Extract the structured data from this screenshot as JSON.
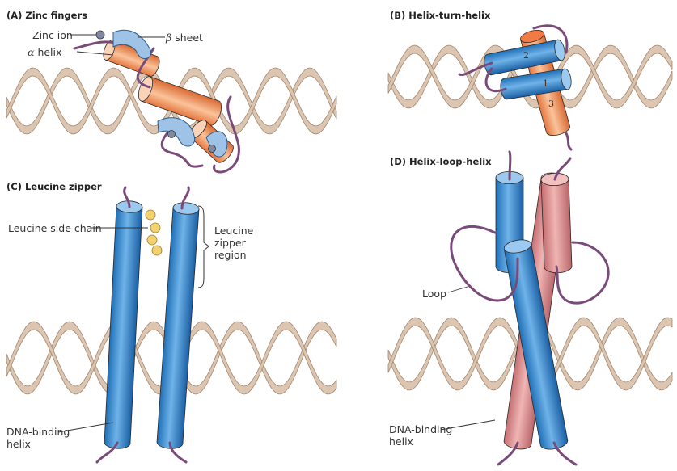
{
  "panels": {
    "a": {
      "title": "(A) Zinc fingers",
      "labels": {
        "zinc_ion": "Zinc ion",
        "beta_symbol": "β",
        "beta_sheet": "sheet",
        "alpha_symbol": "α",
        "alpha_helix": "helix"
      }
    },
    "b": {
      "title": "(B) Helix-turn-helix",
      "helix_numbers": [
        "2",
        "1",
        "3"
      ]
    },
    "c": {
      "title": "(C) Leucine zipper",
      "labels": {
        "side_chain": "Leucine side chain",
        "zipper_region": "Leucine\nzipper\nregion",
        "dna_binding": "DNA-binding\nhelix"
      }
    },
    "d": {
      "title": "(D) Helix-loop-helix",
      "labels": {
        "loop": "Loop",
        "dna_binding": "DNA-binding\nhelix"
      }
    }
  },
  "colors": {
    "dna": "#dcc4ad",
    "dna_dark": "#9c8169",
    "helix_blue": "#3a8fd3",
    "helix_orange": "#f39a63",
    "helix_pink": "#d98a8a",
    "loop_purple": "#7a4a7a",
    "zinc": "#7f8aa2"
  }
}
